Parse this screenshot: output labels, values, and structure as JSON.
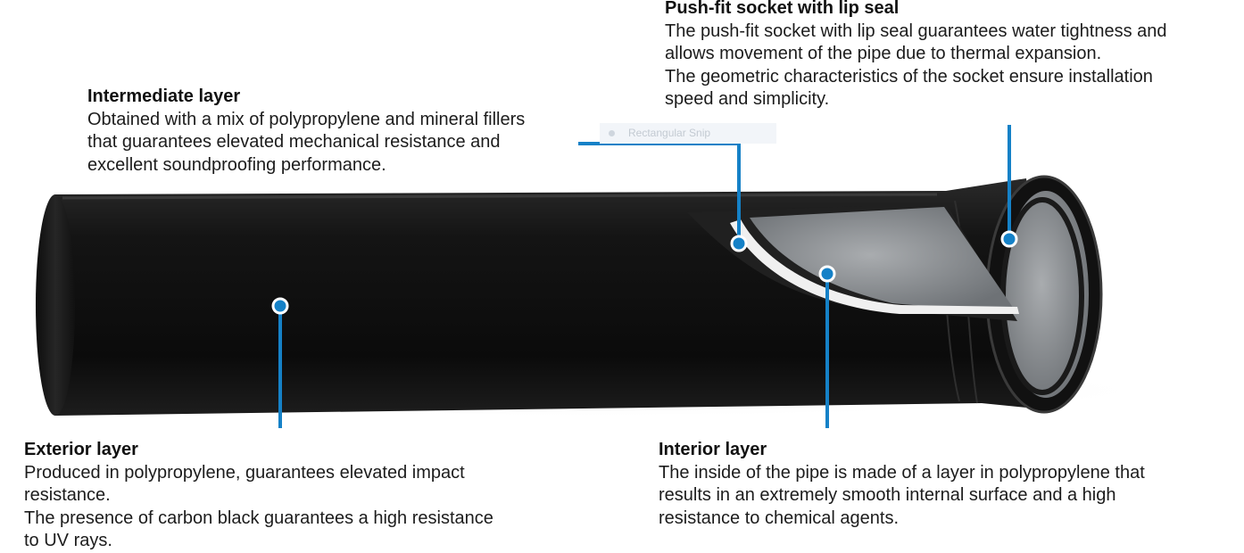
{
  "callouts": {
    "intermediate": {
      "title": "Intermediate layer",
      "lines": [
        "Obtained with a mix of polypropylene and mineral fillers",
        "that guarantees elevated mechanical resistance and",
        "excellent soundproofing performance."
      ]
    },
    "socket": {
      "title": "Push-fit socket with lip seal",
      "lines": [
        "The push-fit socket with lip seal guarantees water tightness and",
        "allows movement of the pipe due to thermal expansion.",
        "The geometric characteristics of the socket ensure installation",
        "speed and simplicity."
      ]
    },
    "exterior": {
      "title": "Exterior layer",
      "lines": [
        "Produced in polypropylene, guarantees elevated impact",
        "resistance.",
        "The presence of carbon black guarantees a high resistance",
        "to UV rays."
      ]
    },
    "interior": {
      "title": "Interior layer",
      "lines": [
        "The inside of the pipe is made of a layer in polypropylene that",
        "results in an extremely smooth internal surface and a high",
        "resistance to chemical agents."
      ]
    }
  },
  "overlay_label": "Rectangular Snip",
  "colors": {
    "pipe_black": "#141414",
    "accent_blue": "#1581c7",
    "text": "#1c1c1c",
    "inner_grey": "#8f9296",
    "liner_white": "#f0f0f0"
  }
}
